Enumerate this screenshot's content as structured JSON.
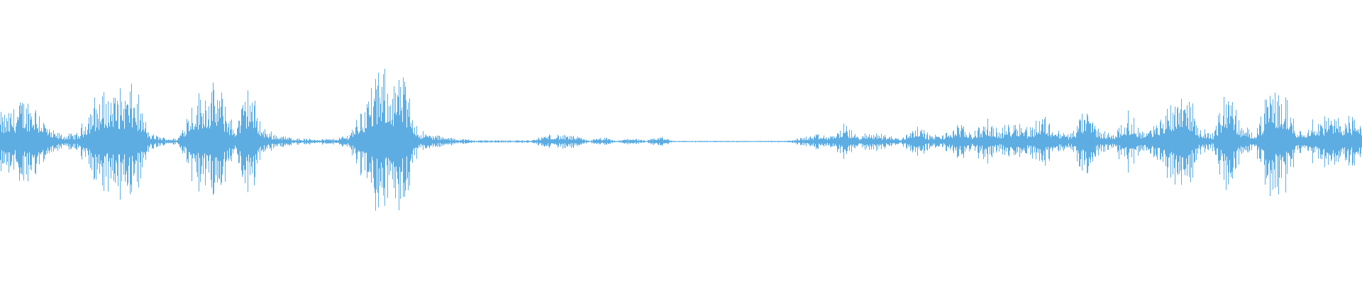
{
  "waveform": {
    "color": "#5DADE2",
    "background": "#FFFFFF",
    "peak_envelope": [
      0.2,
      0.31,
      0.3,
      0.08,
      0.05,
      0.06,
      0.3,
      0.35,
      0.38,
      0.38,
      0.06,
      0.03,
      0.02,
      0.3,
      0.38,
      0.38,
      0.1,
      0.42,
      0.1,
      0.05,
      0.03,
      0.02,
      0.02,
      0.02,
      0.05,
      0.25,
      0.47,
      0.48,
      0.45,
      0.08,
      0.05,
      0.03,
      0.02,
      0.01,
      0.01,
      0.01,
      0.01,
      0.01,
      0.05,
      0.05,
      0.04,
      0.01,
      0.03,
      0.005,
      0.03,
      0.005,
      0.04,
      0.005,
      0.005,
      0.005,
      0.005,
      0.005,
      0.005,
      0.005,
      0.005,
      0.005,
      0.03,
      0.05,
      0.04,
      0.12,
      0.04,
      0.07,
      0.05,
      0.02,
      0.13,
      0.05,
      0.05,
      0.13,
      0.07,
      0.15,
      0.08,
      0.17,
      0.1,
      0.2,
      0.08,
      0.06,
      0.25,
      0.08,
      0.06,
      0.2,
      0.08,
      0.12,
      0.3,
      0.42,
      0.1,
      0.06,
      0.42,
      0.1,
      0.08,
      0.38,
      0.35,
      0.08,
      0.15,
      0.18,
      0.18,
      0.18
    ]
  }
}
